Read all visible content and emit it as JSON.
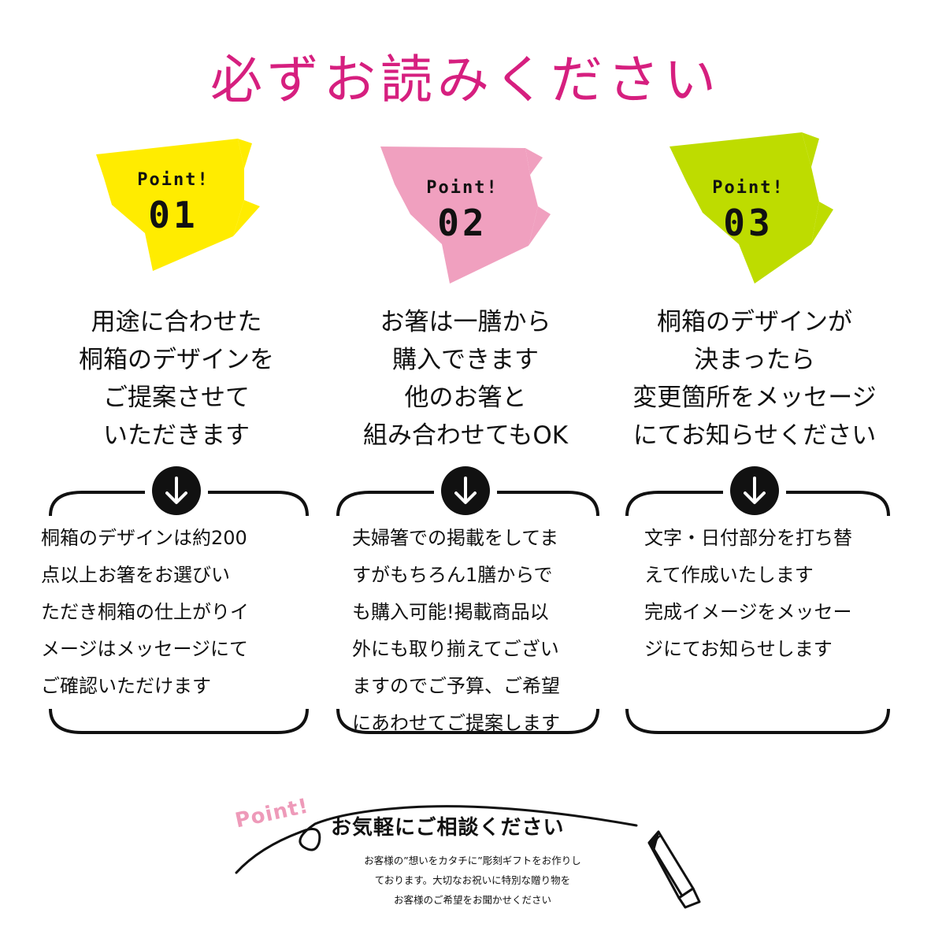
{
  "title": "必ずお読みください",
  "colors": {
    "title": "#d61f7f",
    "badge1": "#ffec00",
    "badge2": "#f0a0bf",
    "badge3": "#bedc00",
    "point_script": "#ee9ab9"
  },
  "points": [
    {
      "label": "Point!",
      "number": "01",
      "heading": [
        "用途に合わせた",
        "桐箱のデザインを",
        "ご提案させて",
        "いただきます"
      ],
      "body": [
        "桐箱のデザインは約200",
        "点以上お箸をお選びい",
        "ただき桐箱の仕上がりイ",
        "メージはメッセージにて",
        "ご確認いただけます"
      ]
    },
    {
      "label": "Point!",
      "number": "02",
      "heading": [
        "お箸は一膳から",
        "購入できます",
        "他のお箸と",
        "組み合わせてもOK"
      ],
      "body": [
        "夫婦箸での掲載をしてま",
        "すがもちろん1膳からで",
        "も購入可能!掲載商品以",
        "外にも取り揃えてござい",
        "ますのでご予算、ご希望",
        "にあわせてご提案します"
      ]
    },
    {
      "label": "Point!",
      "number": "03",
      "heading": [
        "桐箱のデザインが",
        "決まったら",
        "変更箇所をメッセージ",
        "にてお知らせください"
      ],
      "body": [
        "文字・日付部分を打ち替",
        "えて作成いたします",
        "完成イメージをメッセー",
        "ジにてお知らせします"
      ]
    }
  ],
  "consult": {
    "point": "Point!",
    "title": "お気軽にご相談ください",
    "body": [
      "お客様の”想いをカタチに”彫刻ギフトをお作りし",
      "ております。大切なお祝いに特別な贈り物を",
      "お客様のご希望をお聞かせください"
    ]
  }
}
